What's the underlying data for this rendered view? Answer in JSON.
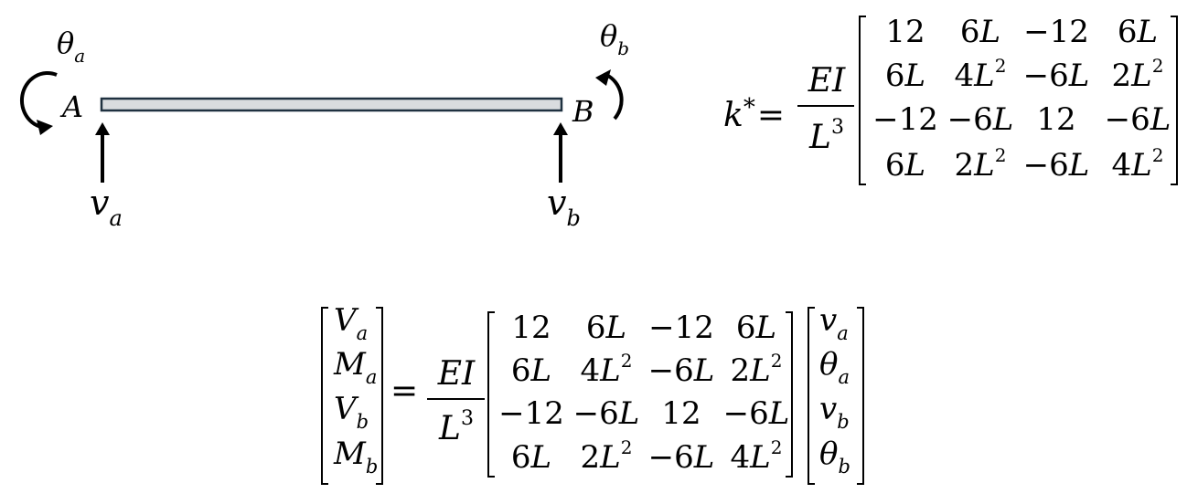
{
  "beam": {
    "label_a": "A",
    "label_b": "B",
    "rotation_a": {
      "sym": "θ",
      "sub": "a"
    },
    "rotation_b": {
      "sym": "θ",
      "sub": "b"
    },
    "shear_a": {
      "sym": "v",
      "sub": "a"
    },
    "shear_b": {
      "sym": "v",
      "sub": "b"
    },
    "colors": {
      "beam_fill": "#d9dcdf",
      "beam_stroke": "#1f3140",
      "ink": "#000000"
    }
  },
  "stiffness": {
    "symbol": "k",
    "star": "*",
    "equals": "=",
    "numerator": "EI",
    "denominator": {
      "base": "L",
      "exp": "3"
    }
  },
  "matrix": [
    [
      {
        "t": "12"
      },
      {
        "t": "6L"
      },
      {
        "t": "−12"
      },
      {
        "t": "6L"
      }
    ],
    [
      {
        "t": "6L"
      },
      {
        "t": "4L",
        "sup": "2"
      },
      {
        "t": "−6L"
      },
      {
        "t": "2L",
        "sup": "2"
      }
    ],
    [
      {
        "t": "−12"
      },
      {
        "t": "−6L"
      },
      {
        "t": "12"
      },
      {
        "t": "−6L"
      }
    ],
    [
      {
        "t": "6L"
      },
      {
        "t": "2L",
        "sup": "2"
      },
      {
        "t": "−6L"
      },
      {
        "t": "4L",
        "sup": "2"
      }
    ]
  ],
  "force_vector": [
    {
      "sym": "V",
      "sub": "a"
    },
    {
      "sym": "M",
      "sub": "a"
    },
    {
      "sym": "V",
      "sub": "b"
    },
    {
      "sym": "M",
      "sub": "b"
    }
  ],
  "displacement_vector": [
    {
      "sym": "v",
      "sub": "a"
    },
    {
      "sym": "θ",
      "sub": "a"
    },
    {
      "sym": "v",
      "sub": "b"
    },
    {
      "sym": "θ",
      "sub": "b"
    }
  ],
  "equation": {
    "equals": "=",
    "numerator": "EI",
    "denominator": {
      "base": "L",
      "exp": "3"
    }
  }
}
